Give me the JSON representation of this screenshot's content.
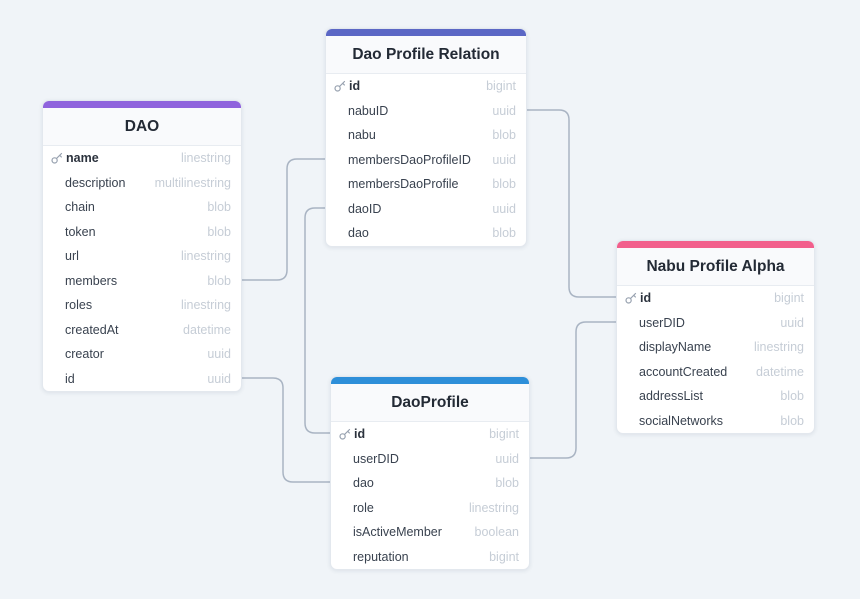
{
  "diagram": {
    "background_color": "#f0f4f8",
    "connector_color": "#a9b4c3",
    "tables": [
      {
        "title": "DAO",
        "accent": "#8f63dd",
        "fields": [
          {
            "name": "name",
            "type": "linestring",
            "primary_key": true
          },
          {
            "name": "description",
            "type": "multilinestring"
          },
          {
            "name": "chain",
            "type": "blob"
          },
          {
            "name": "token",
            "type": "blob"
          },
          {
            "name": "url",
            "type": "linestring"
          },
          {
            "name": "members",
            "type": "blob"
          },
          {
            "name": "roles",
            "type": "linestring"
          },
          {
            "name": "createdAt",
            "type": "datetime"
          },
          {
            "name": "creator",
            "type": "uuid"
          },
          {
            "name": "id",
            "type": "uuid"
          }
        ]
      },
      {
        "title": "Dao Profile Relation",
        "accent": "#5b67c5",
        "fields": [
          {
            "name": "id",
            "type": "bigint",
            "primary_key": true
          },
          {
            "name": "nabuID",
            "type": "uuid"
          },
          {
            "name": "nabu",
            "type": "blob"
          },
          {
            "name": "membersDaoProfileID",
            "type": "uuid"
          },
          {
            "name": "membersDaoProfile",
            "type": "blob"
          },
          {
            "name": "daoID",
            "type": "uuid"
          },
          {
            "name": "dao",
            "type": "blob"
          }
        ]
      },
      {
        "title": "DaoProfile",
        "accent": "#2e8fd9",
        "fields": [
          {
            "name": "id",
            "type": "bigint",
            "primary_key": true
          },
          {
            "name": "userDID",
            "type": "uuid"
          },
          {
            "name": "dao",
            "type": "blob"
          },
          {
            "name": "role",
            "type": "linestring"
          },
          {
            "name": "isActiveMember",
            "type": "boolean"
          },
          {
            "name": "reputation",
            "type": "bigint"
          }
        ]
      },
      {
        "title": "Nabu Profile Alpha",
        "accent": "#f25f8c",
        "fields": [
          {
            "name": "id",
            "type": "bigint",
            "primary_key": true
          },
          {
            "name": "userDID",
            "type": "uuid"
          },
          {
            "name": "displayName",
            "type": "linestring"
          },
          {
            "name": "accountCreated",
            "type": "datetime"
          },
          {
            "name": "addressList",
            "type": "blob"
          },
          {
            "name": "socialNetworks",
            "type": "blob"
          }
        ]
      }
    ],
    "relationships": [
      {
        "from_table": "DAO",
        "from_field": "members",
        "to_table": "Dao Profile Relation",
        "to_field": "membersDaoProfileID"
      },
      {
        "from_table": "Dao Profile Relation",
        "from_field": "daoID",
        "to_table": "DaoProfile",
        "to_field": "id"
      },
      {
        "from_table": "DAO",
        "from_field": "id",
        "to_table": "DaoProfile",
        "to_field": "dao"
      },
      {
        "from_table": "Dao Profile Relation",
        "from_field": "nabuID",
        "to_table": "Nabu Profile Alpha",
        "to_field": "id"
      },
      {
        "from_table": "DaoProfile",
        "from_field": "userDID",
        "to_table": "Nabu Profile Alpha",
        "to_field": "userDID"
      }
    ]
  }
}
